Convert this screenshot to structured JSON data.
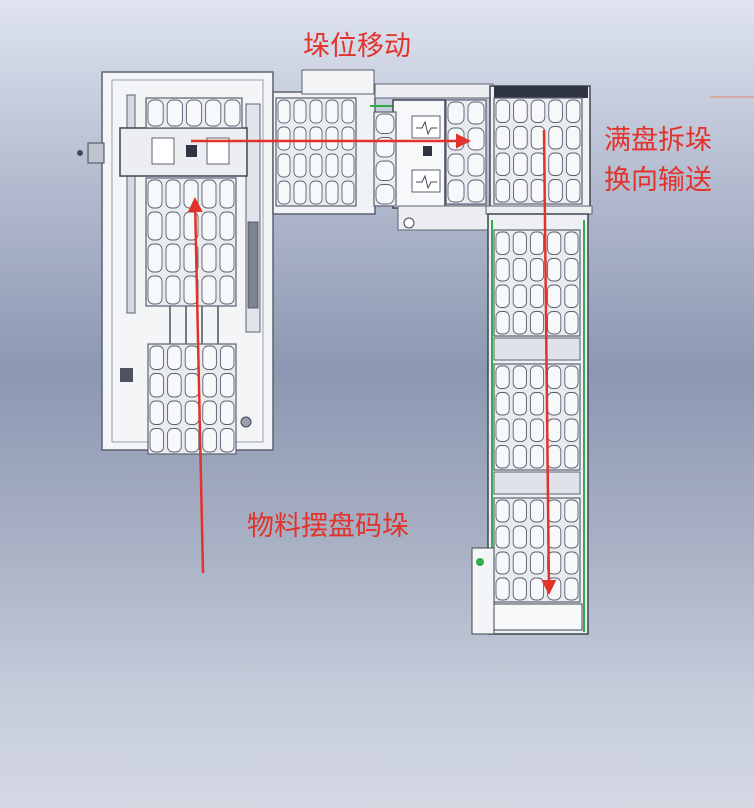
{
  "labels": {
    "stack_move": "垛位移动",
    "full_tray_destack_line1": "满盘拆垛",
    "full_tray_destack_line2": "换向输送",
    "material_tray_stacking": "物料摆盘码垛"
  },
  "colors": {
    "annotation": "#e2332b",
    "frame_fill": "#f4f5f7",
    "frame_stroke": "#5c6270",
    "tray_fill": "#e9ebef",
    "cell_stroke": "#596070",
    "accent_green": "#2fae4a",
    "dark_block": "#2f3542",
    "background_top": "#dfe4ef",
    "background_mid": "#8c97b1"
  },
  "diagram": {
    "flow_arrows": [
      {
        "from": "stacking-station",
        "to": "transfer-station",
        "direction": "up"
      },
      {
        "from": "stack-shuttle",
        "to": "destack-station",
        "direction": "right"
      },
      {
        "from": "destack-station",
        "to": "output-conveyor",
        "direction": "down"
      }
    ]
  }
}
